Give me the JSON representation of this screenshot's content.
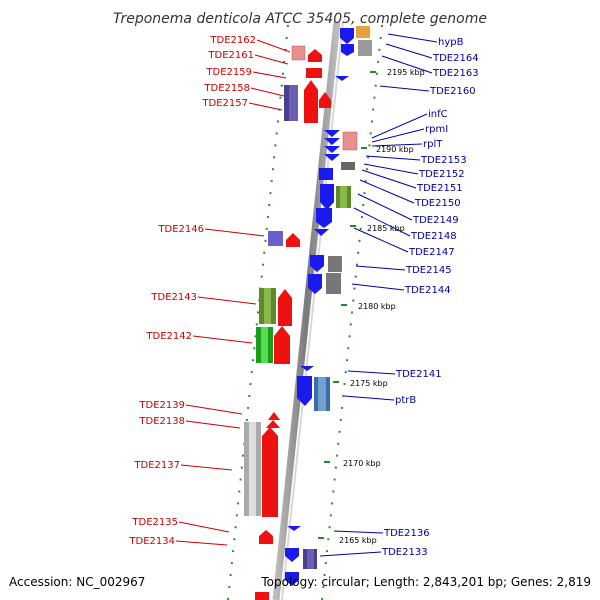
{
  "title": "Treponema denticola ATCC 35405, complete genome",
  "accession": "Accession: NC_002967",
  "topology": "Topology: circular; Length: 2,843,201 bp; Genes: 2,819",
  "colors": {
    "left_label": "#cc0000",
    "right_label": "#000099",
    "leader_left": "#cc0000",
    "leader_right": "#0000aa",
    "tick": "#228b22",
    "backbone": "#888888"
  },
  "scale_ticks": [
    {
      "label": "2195 kbp"
    },
    {
      "label": "2190 kbp"
    },
    {
      "label": "2185 kbp"
    },
    {
      "label": "2180 kbp"
    },
    {
      "label": "2175 kbp"
    },
    {
      "label": "2170 kbp"
    },
    {
      "label": "2165 kbp"
    }
  ],
  "left_genes": [
    {
      "name": "TDE2162"
    },
    {
      "name": "TDE2161"
    },
    {
      "name": "TDE2159"
    },
    {
      "name": "TDE2158"
    },
    {
      "name": "TDE2157"
    },
    {
      "name": "TDE2146"
    },
    {
      "name": "TDE2143"
    },
    {
      "name": "TDE2142"
    },
    {
      "name": "TDE2139"
    },
    {
      "name": "TDE2138"
    },
    {
      "name": "TDE2137"
    },
    {
      "name": "TDE2135"
    },
    {
      "name": "TDE2134"
    }
  ],
  "right_genes": [
    {
      "name": "hypB"
    },
    {
      "name": "TDE2164"
    },
    {
      "name": "TDE2163"
    },
    {
      "name": "TDE2160"
    },
    {
      "name": "infC"
    },
    {
      "name": "rpmI"
    },
    {
      "name": "rplT"
    },
    {
      "name": "TDE2153"
    },
    {
      "name": "TDE2152"
    },
    {
      "name": "TDE2151"
    },
    {
      "name": "TDE2150"
    },
    {
      "name": "TDE2149"
    },
    {
      "name": "TDE2148"
    },
    {
      "name": "TDE2147"
    },
    {
      "name": "TDE2145"
    },
    {
      "name": "TDE2144"
    },
    {
      "name": "TDE2141"
    },
    {
      "name": "ptrB"
    },
    {
      "name": "TDE2136"
    },
    {
      "name": "TDE2133"
    }
  ]
}
